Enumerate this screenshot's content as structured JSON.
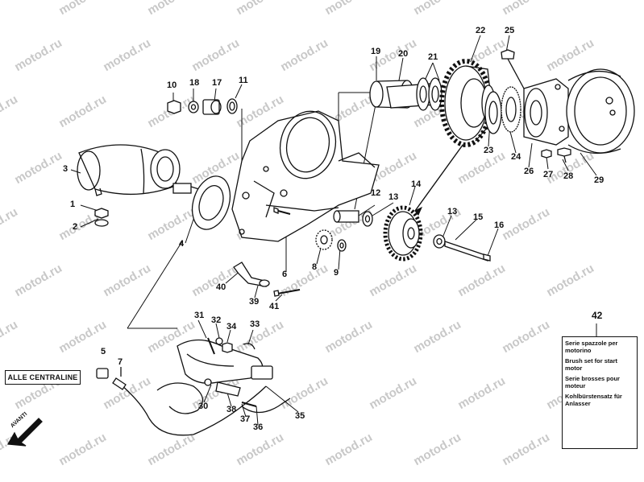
{
  "watermark_text": "motod.ru",
  "box_centraline": "ALLE CENTRALINE",
  "direction_label": "AVANTI",
  "brush_box": {
    "number": "42",
    "lines": [
      "Serie spazzole per motorino",
      "Brush set for start motor",
      "Serie brosses pour moteur",
      "Kohlbürstensatz für Anlasser"
    ]
  },
  "callouts": {
    "c1": "1",
    "c2": "2",
    "c3": "3",
    "c4": "4",
    "c5": "5",
    "c6": "6",
    "c7": "7",
    "c8": "8",
    "c9": "9",
    "c10": "10",
    "c11": "11",
    "c12": "12",
    "c13a": "13",
    "c13b": "13",
    "c14": "14",
    "c15": "15",
    "c16": "16",
    "c17": "17",
    "c18": "18",
    "c19": "19",
    "c20": "20",
    "c21": "21",
    "c22": "22",
    "c23": "23",
    "c24": "24",
    "c25": "25",
    "c26": "26",
    "c27": "27",
    "c28": "28",
    "c29": "29",
    "c30": "30",
    "c31": "31",
    "c32": "32",
    "c33": "33",
    "c34": "34",
    "c35": "35",
    "c36": "36",
    "c37": "37",
    "c38": "38",
    "c39": "39",
    "c40": "40",
    "c41": "41"
  },
  "colors": {
    "ink": "#111111",
    "watermark": "#c8c8c8",
    "background": "#ffffff"
  }
}
